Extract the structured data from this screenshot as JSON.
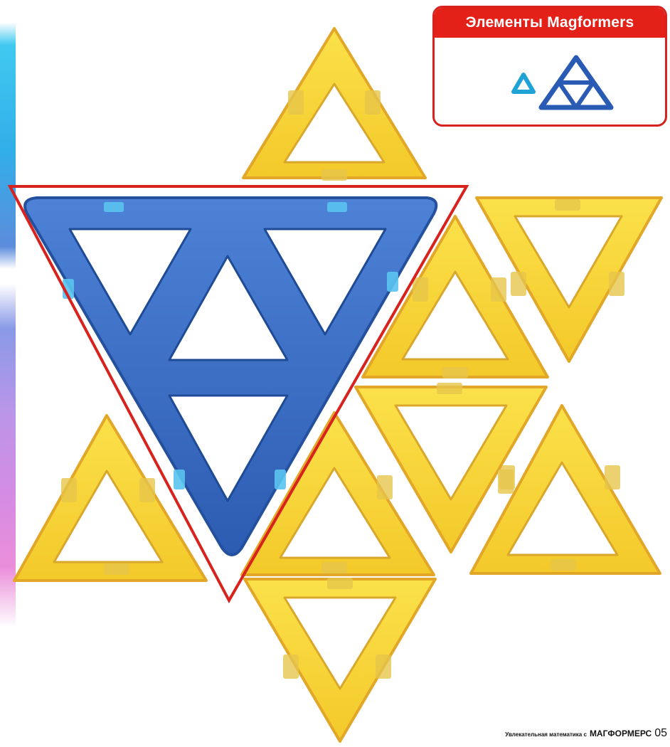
{
  "legend": {
    "title": "Элементы Magformers",
    "items": [
      {
        "icon": "small-triangle-icon",
        "color": "#1fa2d6"
      },
      {
        "icon": "large-triangle-icon",
        "color": "#2a5bb4"
      }
    ]
  },
  "pieces": {
    "small_triangle_color": "#f7d936",
    "small_triangle_edge": "#e2a628",
    "large_triangle_color": "#3b6ec4",
    "outline_color": "#d8221e"
  },
  "footer": {
    "series": "Увлекательная математика с",
    "brand": "МАГФОРМЕРС",
    "page": "05"
  }
}
